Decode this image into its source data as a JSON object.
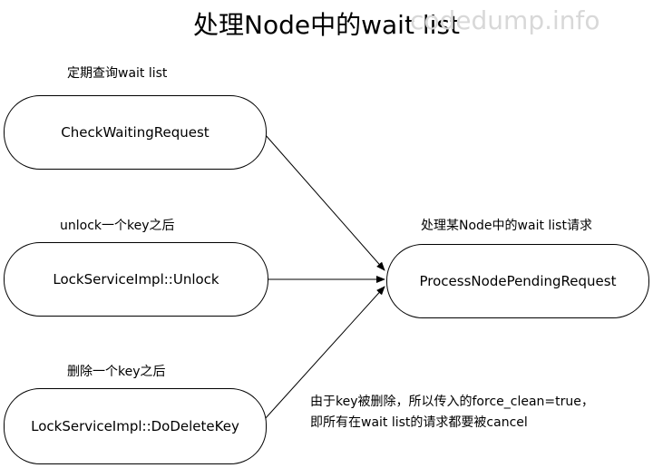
{
  "title": {
    "text": "处理Node中的wa",
    "text_tail": "it list",
    "watermark": "codedump.info"
  },
  "nodes": {
    "check": {
      "caption": "定期查询wait list",
      "label": "CheckWaitingRequest"
    },
    "unlock": {
      "caption": "unlock一个key之后",
      "label": "LockServiceImpl::Unlock"
    },
    "delete": {
      "caption": "删除一个key之后",
      "label": "LockServiceImpl::DoDeleteKey"
    },
    "process": {
      "caption": "处理某Node中的wait list请求",
      "label": "ProcessNodePendingRequest"
    }
  },
  "note": {
    "line1": "由于key被删除，所以传入的force_clean=true，",
    "line2": "即所有在wait list的请求都要被cancel"
  }
}
